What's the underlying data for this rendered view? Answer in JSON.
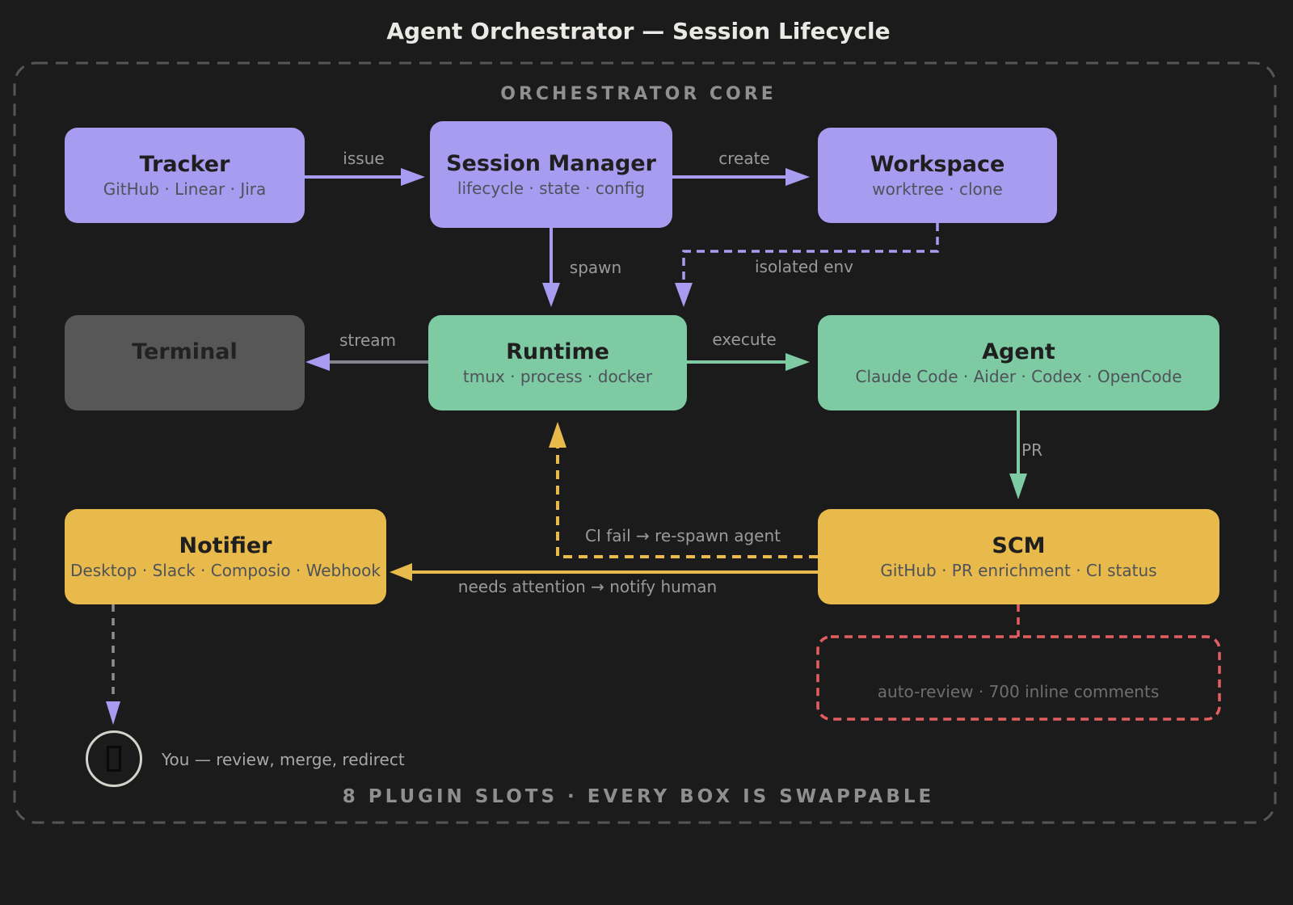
{
  "title": "Agent Orchestrator — Session Lifecycle",
  "frame": {
    "label": "ORCHESTRATOR CORE",
    "footer": "8 PLUGIN SLOTS · EVERY BOX IS SWAPPABLE"
  },
  "nodes": {
    "tracker": {
      "title": "Tracker",
      "subtitle": "GitHub · Linear · Jira"
    },
    "session_manager": {
      "title": "Session Manager",
      "subtitle": "lifecycle · state · config"
    },
    "workspace": {
      "title": "Workspace",
      "subtitle": "worktree · clone"
    },
    "terminal": {
      "title": "Terminal",
      "subtitle": ""
    },
    "runtime": {
      "title": "Runtime",
      "subtitle": "tmux · process · docker"
    },
    "agent": {
      "title": "Agent",
      "subtitle": "Claude Code · Aider · Codex · OpenCode"
    },
    "notifier": {
      "title": "Notifier",
      "subtitle": "Desktop · Slack · Composio · Webhook"
    },
    "scm": {
      "title": "SCM",
      "subtitle": "GitHub · PR enrichment · CI status"
    },
    "auto_review": {
      "label": "auto-review · 700 inline comments"
    }
  },
  "edges": {
    "issue": {
      "label": "issue"
    },
    "create": {
      "label": "create"
    },
    "spawn": {
      "label": "spawn"
    },
    "isolated_env": {
      "label": "isolated env"
    },
    "stream": {
      "label": "stream"
    },
    "execute": {
      "label": "execute"
    },
    "pr": {
      "label": "PR"
    },
    "ci_fail": {
      "label": "CI fail → re-spawn agent"
    },
    "needs_attention": {
      "label": "needs attention → notify human"
    }
  },
  "human": {
    "icon": "person-placeholder-icon",
    "label": "You — review, merge, redirect"
  },
  "colors": {
    "background": "#1b1b1c",
    "plugin_purple": "#a79cf0",
    "core_green": "#7ecaa2",
    "io_yellow": "#e8ba4b",
    "terminal_gray": "#575757",
    "review_red": "#e35f5f",
    "label_gray": "#9a9a9a",
    "frame_gray": "#565656"
  }
}
